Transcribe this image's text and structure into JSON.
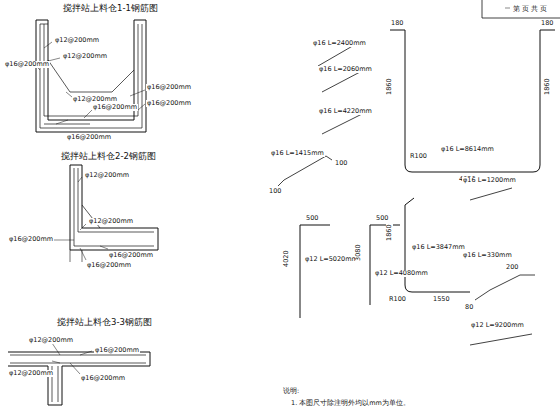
{
  "diagram": {
    "labels": [
      "搅拌站上料仓1-1钢筋图",
      "φ12@200mm",
      "φ16@200mm",
      "φ12@200mm",
      "φ12@200mm",
      "φ16@200mm",
      "φ16@200mm",
      "φ16@200mm",
      "φ16@200mm",
      "搅拌站上料仓2-2钢筋图",
      "φ12@200mm",
      "φ12@200mm",
      "φ16@200mm",
      "φ16@200mm",
      "φ16@200mm",
      "搅拌站上料仓3-3钢筋图",
      "φ12@200mm",
      "φ16@200mm",
      "φ16@200mm",
      "φ12@200mm",
      "φ16  L=2400mm",
      "φ16  L=2060mm",
      "φ16  L=4220mm",
      "180",
      "180",
      "1860",
      "1860",
      "R100",
      "φ16  L=8614mm",
      "4020",
      "φ16  L=1415mm",
      "100",
      "100",
      "500",
      "500",
      "4020",
      "φ12  L=5020mm",
      "3080",
      "φ12  L=4080mm",
      "1860",
      "φ16  L=3847mm",
      "R100",
      "1550",
      "φ16  L=1200mm",
      "φ16  L=330mm",
      "80",
      "200",
      "φ12  L=9200mm",
      "说明:",
      "1. 本图尺寸除注明外均以mm为单位。",
      "第  页  共  页"
    ]
  }
}
